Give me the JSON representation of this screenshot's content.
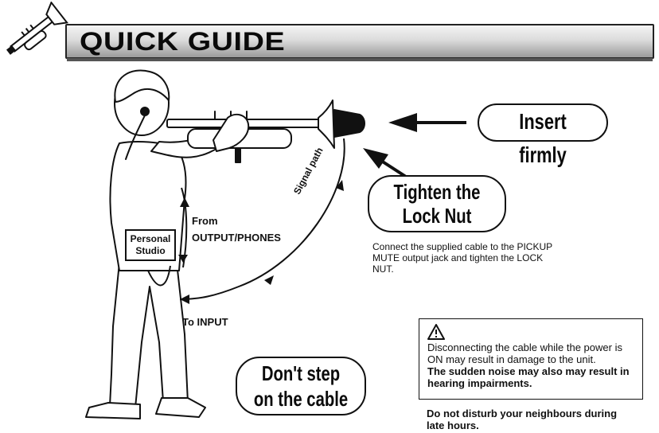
{
  "header": {
    "title": "QUICK GUIDE"
  },
  "callouts": {
    "insert": "Insert firmly",
    "tighten_line1": "Tighten the",
    "tighten_line2": "Lock Nut",
    "dont_step_line1": "Don't step",
    "dont_step_line2": "on the cable"
  },
  "diagram": {
    "signal_path": "Signal path",
    "from": "From",
    "output_phones": "OUTPUT/PHONES",
    "to_input": "To INPUT",
    "device_line1": "Personal",
    "device_line2": "Studio"
  },
  "instructions": {
    "connect": "Connect the supplied cable to the PICKUP MUTE output jack and tighten the LOCK NUT."
  },
  "warning": {
    "icon": "warning-triangle-icon",
    "text": "Disconnecting the cable while the power is ON may result in damage to the unit.",
    "bold": "The sudden noise may also may result in hearing impairments."
  },
  "footer_note": "Do not disturb your neighbours during late hours."
}
